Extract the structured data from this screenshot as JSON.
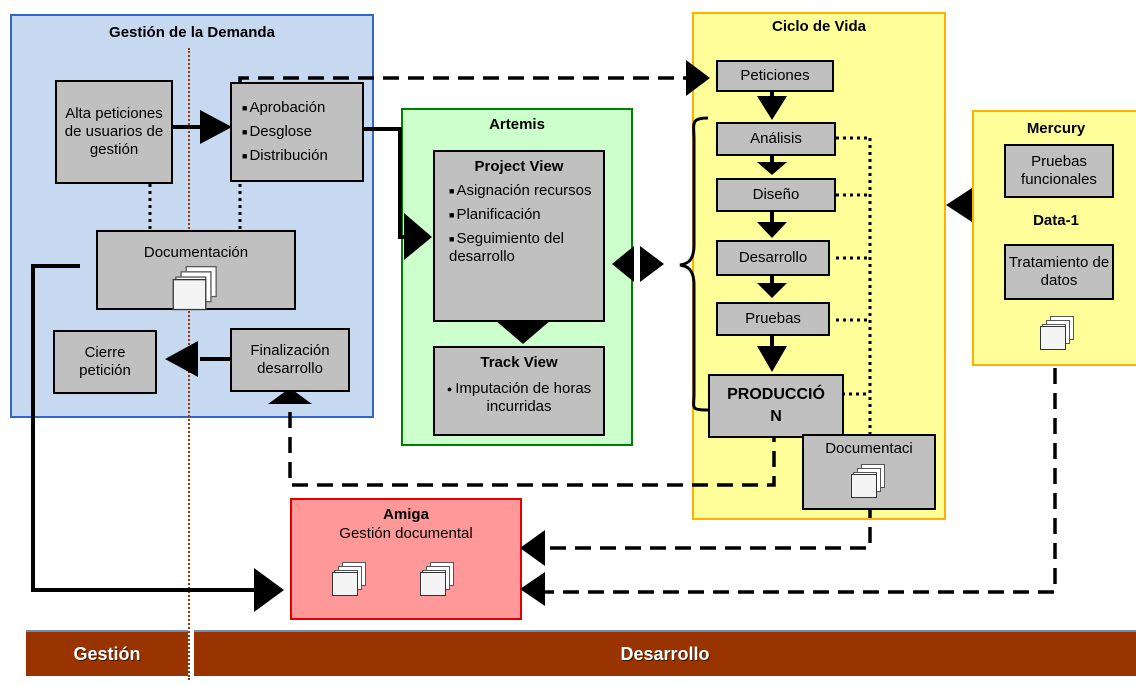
{
  "gestion_demanda": {
    "title": "Gestión de la Demanda",
    "alta_peticiones": "Alta peticiones de usuarios de gestión",
    "aprobacion_items": [
      "Aprobación",
      "Desglose",
      "Distribución"
    ],
    "documentacion": "Documentación",
    "cierre": "Cierre petición",
    "finalizacion": "Finalización desarrollo"
  },
  "artemis": {
    "title": "Artemis",
    "project_view": {
      "title": "Project View",
      "items": [
        "Asignación recursos",
        "Planificación",
        "Seguimiento del desarrollo"
      ]
    },
    "track_view": {
      "title": "Track View",
      "item": "Imputación de horas incurridas"
    }
  },
  "ciclo_vida": {
    "title": "Ciclo de Vida",
    "steps": [
      "Peticiones",
      "Análisis",
      "Diseño",
      "Desarrollo",
      "Pruebas"
    ],
    "produccion": "PRODUCCIÓ N",
    "documentacion": "Documentaci"
  },
  "mercury": {
    "title": "Mercury",
    "pruebas": "Pruebas funcionales",
    "data1_title": "Data-1",
    "tratamiento": "Tratamiento de datos"
  },
  "amiga": {
    "title": "Amiga",
    "subtitle": "Gestión documental"
  },
  "bands": {
    "gestion": "Gestión",
    "desarrollo": "Desarrollo"
  },
  "colors": {
    "demanda_bg": "#c6d9f0",
    "demanda_border": "#3366cc",
    "artemis_bg": "#ccffcc",
    "artemis_border": "#008000",
    "ciclo_bg": "#ffff99",
    "ciclo_border": "#ffb000",
    "amiga_bg": "#ff9999",
    "amiga_border": "#e00000",
    "band_bg": "#993300",
    "box_bg": "#c0c0c0",
    "divider": "#993300"
  }
}
